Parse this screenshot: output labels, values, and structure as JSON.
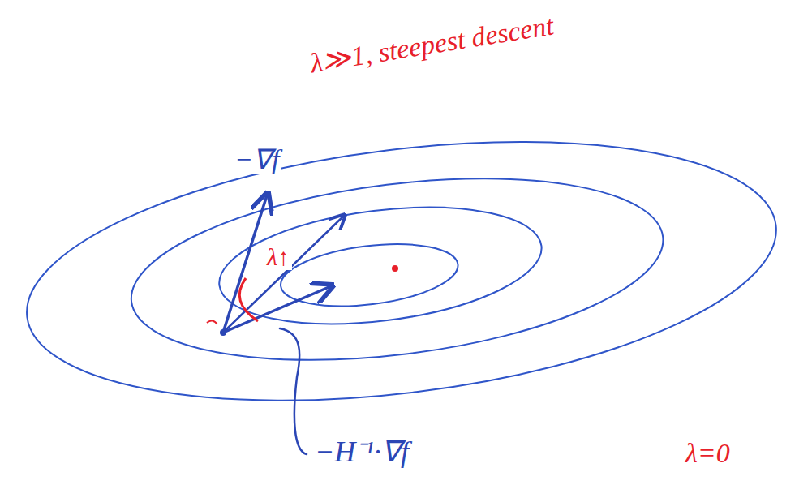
{
  "diagram": {
    "labels": [
      "−∇f",
      "λ≫1, steepest descent",
      "λ↑",
      "−H⁻¹·∇f",
      "λ=0"
    ]
  }
}
